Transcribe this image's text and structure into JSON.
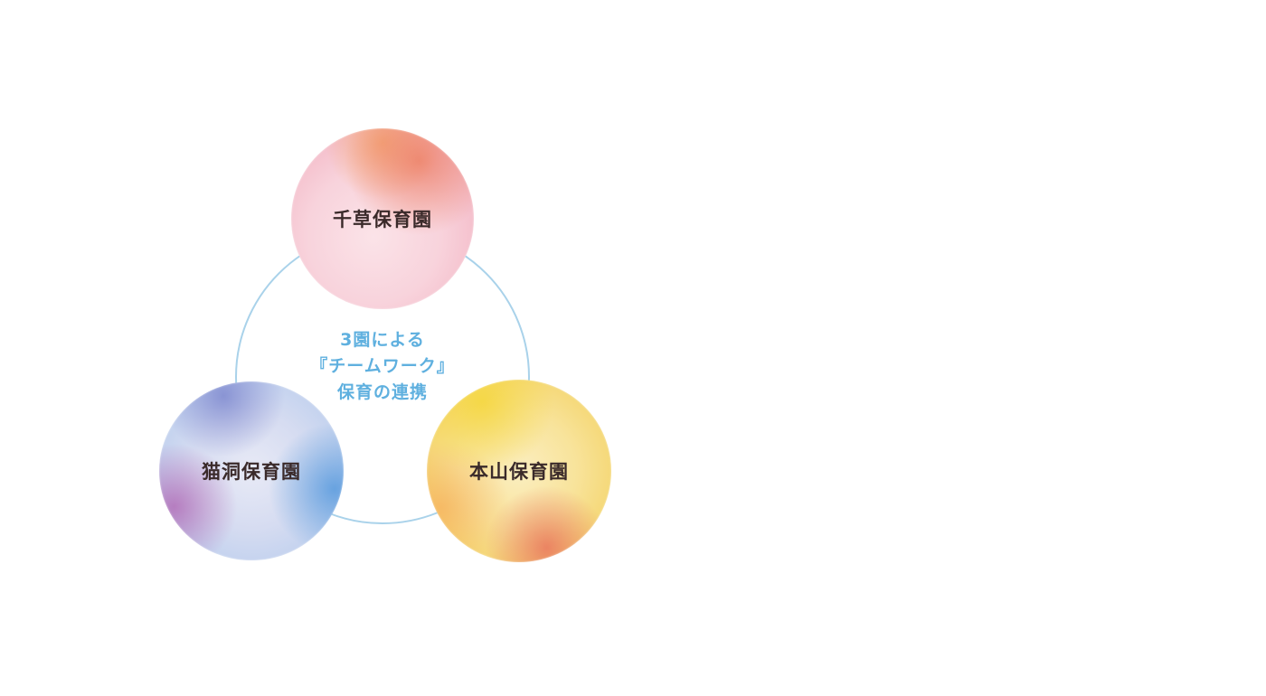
{
  "diagram": {
    "center": {
      "lines": [
        "3園による",
        "『チームワーク』",
        "保育の連携"
      ]
    },
    "nodes": [
      {
        "label": "千草保育園"
      },
      {
        "label": "猫洞保育園"
      },
      {
        "label": "本山保育園"
      }
    ]
  },
  "colors": {
    "ring": "#a9d2ea",
    "center_text": "#5fb0df",
    "label_text": "#3a2a2a"
  }
}
